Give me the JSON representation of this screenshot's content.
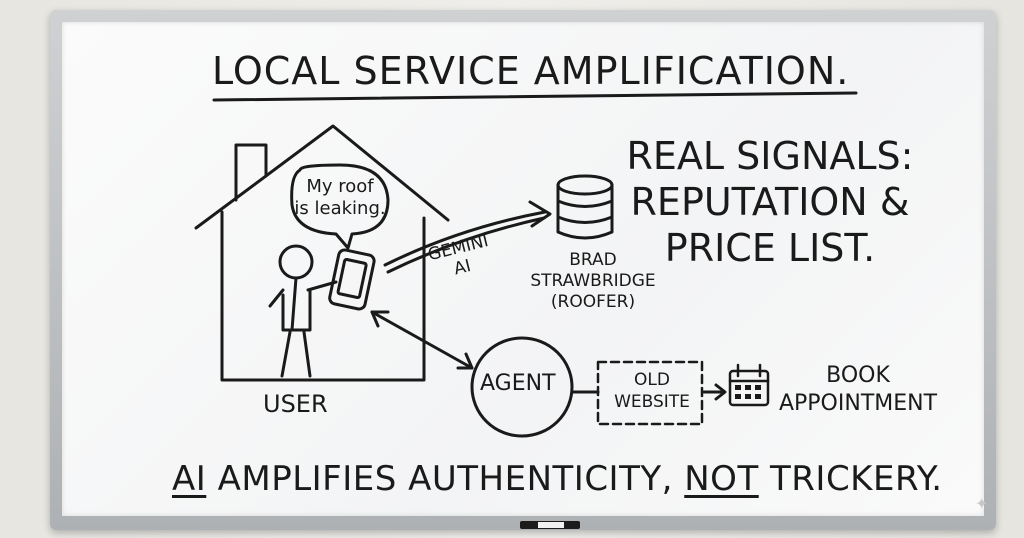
{
  "title": "LOCAL SERVICE AMPLIFICATION.",
  "signals": {
    "lines": [
      "REAL SIGNALS:",
      "REPUTATION &",
      "PRICE LIST."
    ]
  },
  "speech_bubble": {
    "lines": [
      "My roof",
      "is leaking."
    ]
  },
  "arrow_label": {
    "lines": [
      "GEMINI",
      "AI"
    ]
  },
  "roofer": {
    "lines": [
      "BRAD",
      "STRAWBRIDGE",
      "(ROOFER)"
    ]
  },
  "user_label": "USER",
  "agent_label": "AGENT",
  "old_website": {
    "lines": [
      "OLD",
      "WEBSITE"
    ]
  },
  "book": {
    "lines": [
      "BOOK",
      "APPOINTMENT"
    ]
  },
  "tagline": {
    "part1": "AI",
    "part2": " AMPLIFIES AUTHENTICITY, ",
    "part3": "NOT",
    "part4": " TRICKERY."
  },
  "icons": {
    "house": "house-icon",
    "person": "stick-figure-icon",
    "phone": "smartphone-icon",
    "database": "database-icon",
    "calendar": "calendar-icon"
  },
  "colors": {
    "ink": "#1a1a1a",
    "board": "#f7f8f8",
    "frame": "#bfc2c5"
  }
}
